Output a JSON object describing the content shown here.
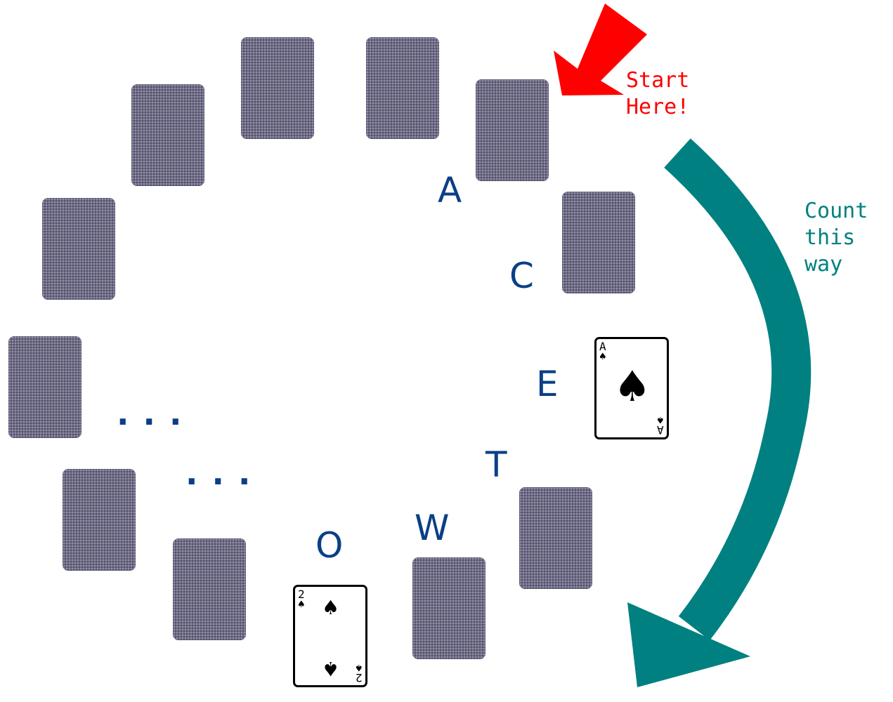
{
  "annotations": {
    "start_label": "Start\nHere!",
    "count_label": "Count\nthis\nway"
  },
  "letters": [
    "A",
    "C",
    "E",
    "T",
    "W",
    "O"
  ],
  "ellipsis": [
    "...",
    "..."
  ],
  "cards": {
    "ace": {
      "rank": "A",
      "suit": "♠"
    },
    "two": {
      "rank": "2",
      "suit": "♠"
    }
  },
  "colors": {
    "start_arrow": "#ff0000",
    "count_arrow": "#008080",
    "letters": "#0a3f86",
    "card_back": "#6e6b86"
  },
  "icons": {
    "start_arrow": "arrow-down-left-icon",
    "count_arrow": "curved-arrow-clockwise-icon"
  }
}
